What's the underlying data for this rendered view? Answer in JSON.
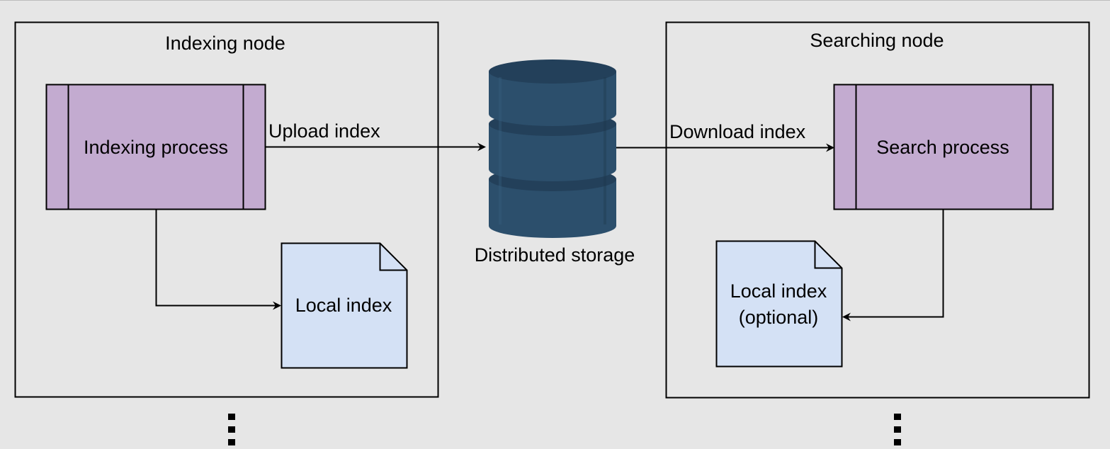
{
  "indexing_node": {
    "title": "Indexing node",
    "process_label": "Indexing process",
    "local_index_label": "Local index"
  },
  "storage": {
    "label": "Distributed storage"
  },
  "searching_node": {
    "title": "Searching node",
    "process_label": "Search process",
    "local_index_line1": "Local index",
    "local_index_line2": "(optional)"
  },
  "edges": {
    "upload_label": "Upload index",
    "download_label": "Download index"
  },
  "colors": {
    "background": "#e6e6e6",
    "process_fill": "#c3abd0",
    "document_fill": "#d4e1f5",
    "storage_fill": "#2c4f6c",
    "storage_dark": "#23405a",
    "stroke": "#000000"
  }
}
